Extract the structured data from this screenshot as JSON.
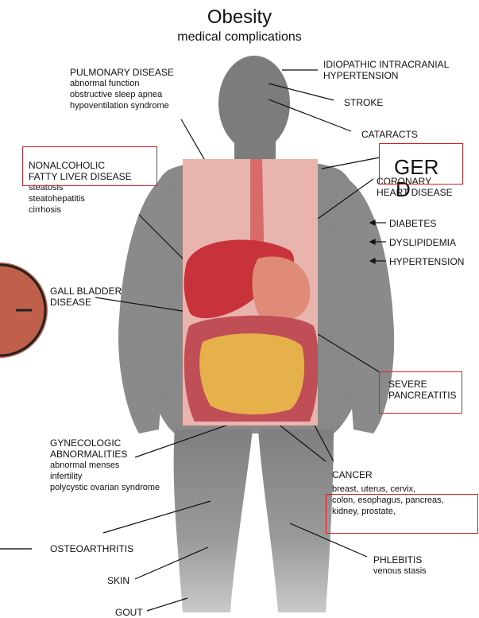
{
  "title": "Obesity",
  "subtitle": "medical complications",
  "labels": {
    "pulmonary": {
      "head": "PULMONARY DISEASE",
      "details": [
        "abnormal function",
        "obstructive sleep apnea",
        "hypoventilation syndrome"
      ]
    },
    "liver": {
      "head": [
        "NONALCOHOLIC",
        "FATTY LIVER DISEASE"
      ],
      "details": [
        "steatosis",
        "steatohepatitis",
        "cirrhosis"
      ]
    },
    "gall": {
      "head": [
        "GALL BLADDER",
        "DISEASE"
      ]
    },
    "gyn": {
      "head": [
        "GYNECOLOGIC",
        "ABNORMALITIES"
      ],
      "details": [
        "abnormal menses",
        "infertility",
        "polycystic ovarian syndrome"
      ]
    },
    "osteo": "OSTEOARTHRITIS",
    "skin": "SKIN",
    "gout": "GOUT",
    "iih": [
      "IDIOPATHIC INTRACRANIAL",
      "HYPERTENSION"
    ],
    "stroke": "STROKE",
    "cataracts": "CATARACTS",
    "gerd": [
      "GER",
      "D"
    ],
    "chd": [
      "CORONARY",
      "HEART DISEASE"
    ],
    "diabetes": "DIABETES",
    "dyslipidemia": "DYSLIPIDEMIA",
    "hypertension": "HYPERTENSION",
    "pancreatitis": [
      "SEVERE",
      "PANCREATITIS"
    ],
    "cancer": {
      "head": "CANCER",
      "details": [
        "breast, uterus, cervix,",
        "colon, esophagus, pancreas,",
        "kidney, prostate,"
      ]
    },
    "phlebitis": {
      "head": "PHLEBITIS",
      "details": [
        "venous stasis"
      ]
    }
  },
  "colors": {
    "silhouette": "#8f8f8f",
    "highlight_box": "#d42020",
    "organ_bg": "#e9b4ae",
    "left_circle": "#c0604a"
  }
}
